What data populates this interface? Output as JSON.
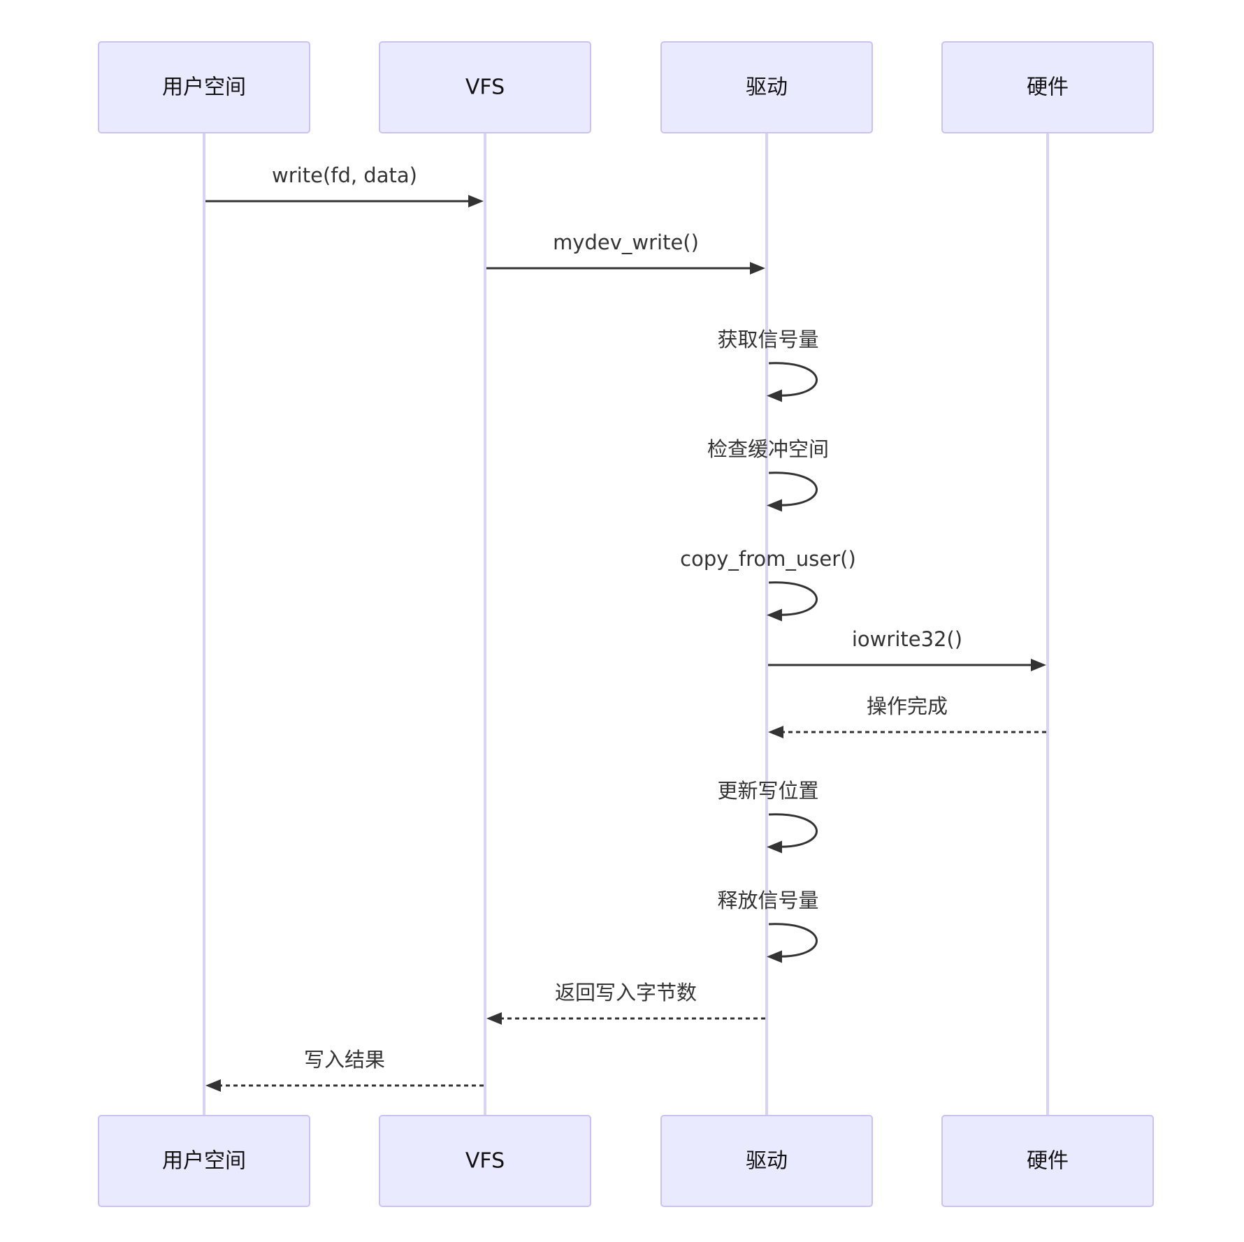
{
  "diagram": {
    "type": "sequence",
    "participants": [
      {
        "id": "user",
        "label": "用户空间"
      },
      {
        "id": "vfs",
        "label": "VFS"
      },
      {
        "id": "driver",
        "label": "驱动"
      },
      {
        "id": "hw",
        "label": "硬件"
      }
    ],
    "messages": [
      {
        "from": "user",
        "to": "vfs",
        "label": "write(fd, data)",
        "style": "solid"
      },
      {
        "from": "vfs",
        "to": "driver",
        "label": "mydev_write()",
        "style": "solid"
      },
      {
        "from": "driver",
        "to": "driver",
        "label": "获取信号量",
        "style": "solid"
      },
      {
        "from": "driver",
        "to": "driver",
        "label": "检查缓冲空间",
        "style": "solid"
      },
      {
        "from": "driver",
        "to": "driver",
        "label": "copy_from_user()",
        "style": "solid"
      },
      {
        "from": "driver",
        "to": "hw",
        "label": "iowrite32()",
        "style": "solid"
      },
      {
        "from": "hw",
        "to": "driver",
        "label": "操作完成",
        "style": "dashed"
      },
      {
        "from": "driver",
        "to": "driver",
        "label": "更新写位置",
        "style": "solid"
      },
      {
        "from": "driver",
        "to": "driver",
        "label": "释放信号量",
        "style": "solid"
      },
      {
        "from": "driver",
        "to": "vfs",
        "label": "返回写入字节数",
        "style": "dashed"
      },
      {
        "from": "vfs",
        "to": "user",
        "label": "写入结果",
        "style": "dashed"
      }
    ],
    "colors": {
      "actor_fill": "#eaeaff",
      "actor_border": "#c9c2f3",
      "lifeline": "#d8d2f5",
      "arrow": "#333333"
    }
  }
}
